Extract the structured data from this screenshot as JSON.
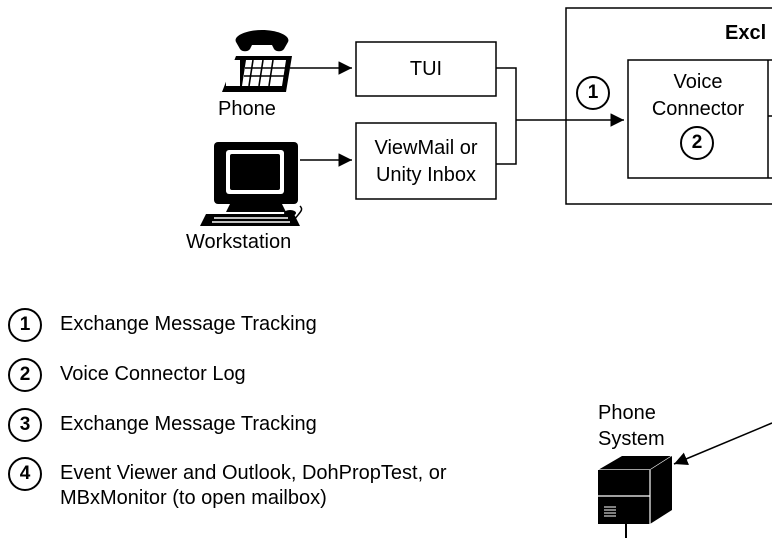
{
  "nodes": {
    "tui": "TUI",
    "viewmail_line1": "ViewMail or",
    "viewmail_line2": "Unity Inbox",
    "voice_connector_line1": "Voice",
    "voice_connector_line2": "Connector",
    "exchange_heading": "Excl"
  },
  "devices": {
    "phone": "Phone",
    "workstation": "Workstation",
    "phone_system_line1": "Phone",
    "phone_system_line2": "System"
  },
  "markers": {
    "step1": "1",
    "step2": "2"
  },
  "legend": [
    {
      "num": "1",
      "text": "Exchange Message Tracking"
    },
    {
      "num": "2",
      "text": "Voice Connector Log"
    },
    {
      "num": "3",
      "text": "Exchange Message Tracking"
    },
    {
      "num": "4",
      "text": "Event Viewer and Outlook, DohPropTest, or",
      "text2": "MBxMonitor (to open mailbox)"
    }
  ]
}
